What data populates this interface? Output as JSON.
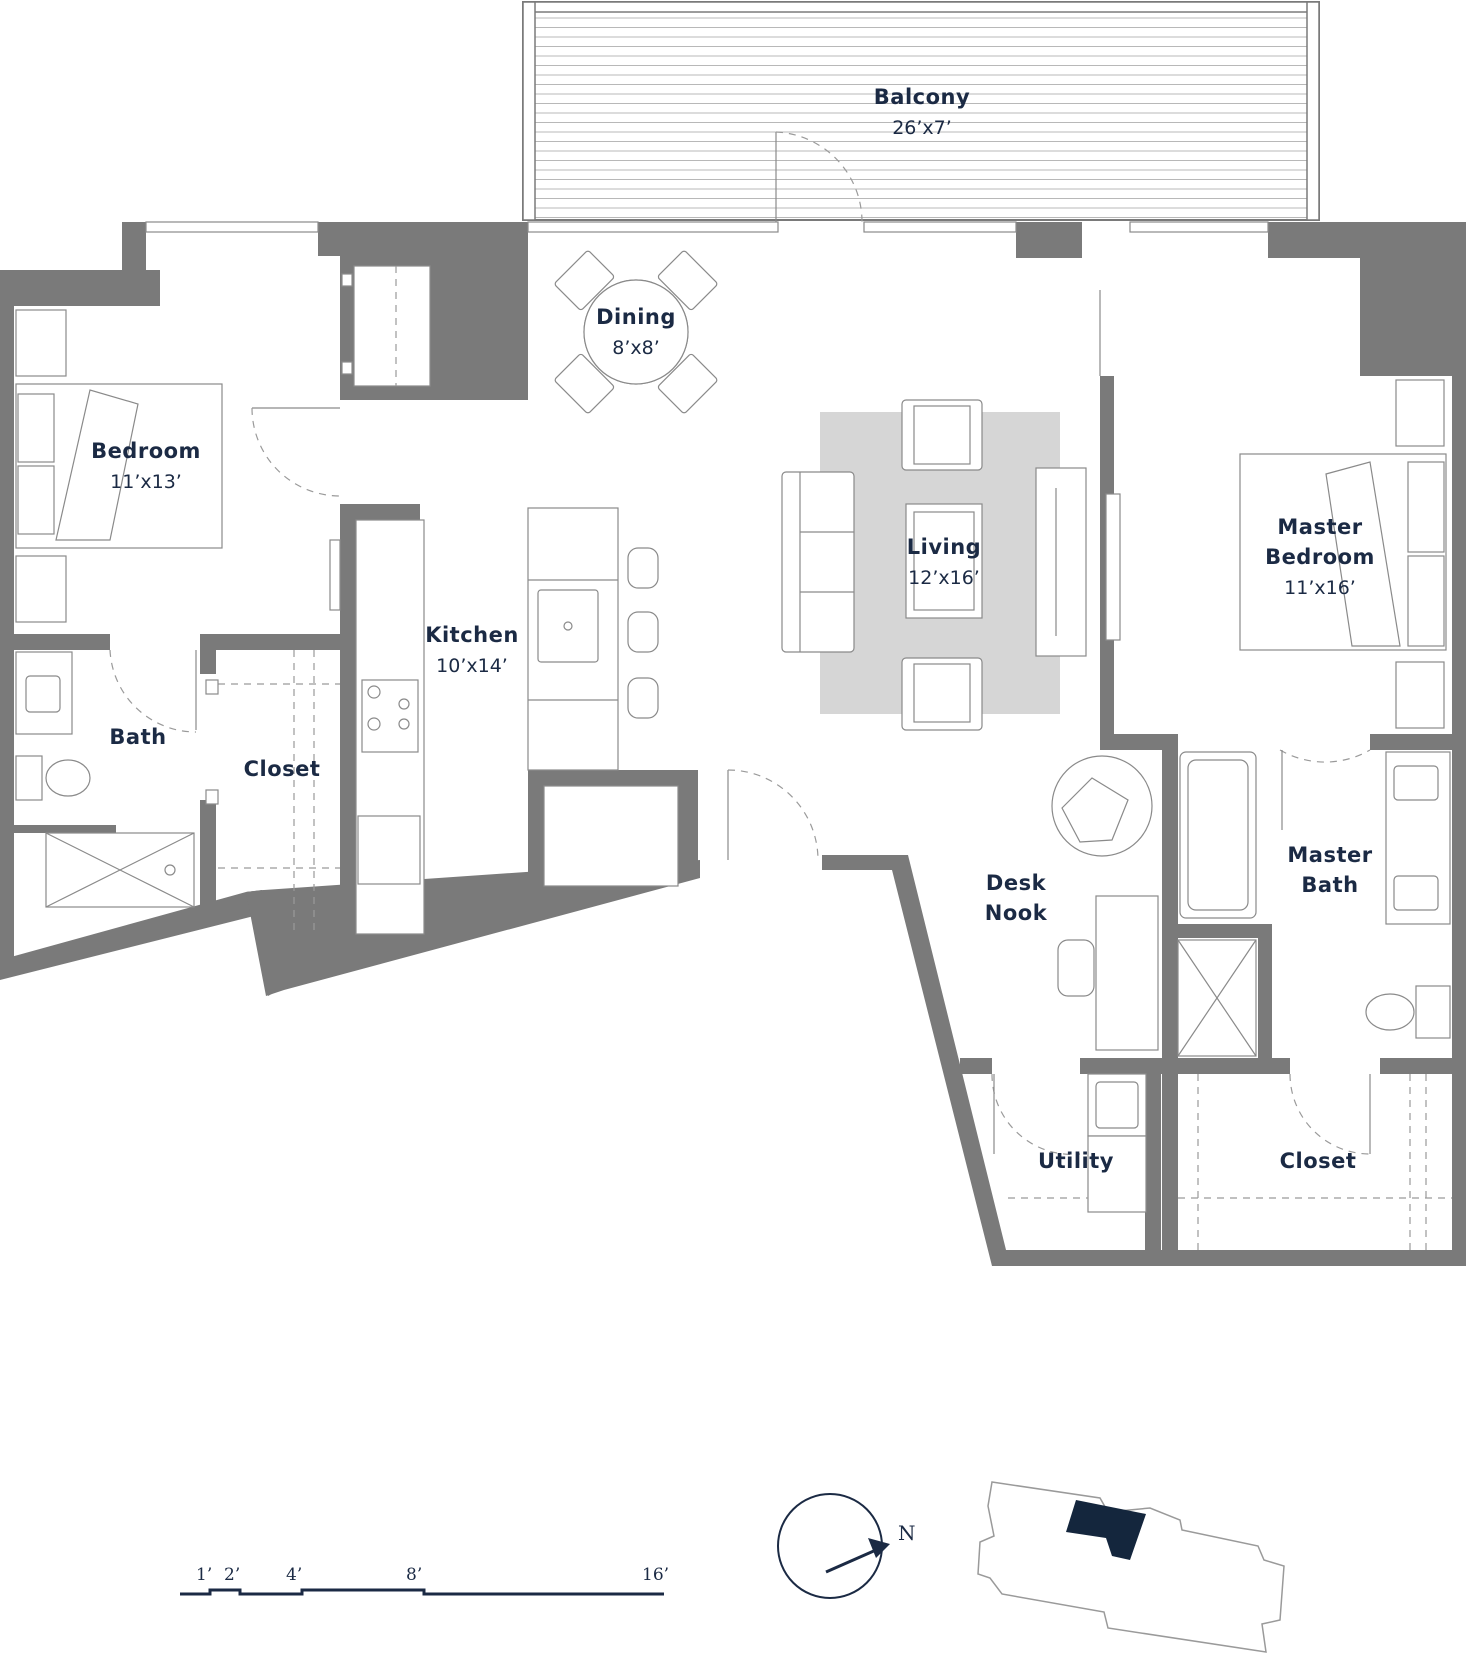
{
  "colors": {
    "wall": "#7a7a7a",
    "label": "#1b2a44",
    "rug": "#d6d6d6",
    "highlight_unit": "#14263d"
  },
  "rooms": {
    "balcony": {
      "name": "Balcony",
      "dims": "26’x7’"
    },
    "dining": {
      "name": "Dining",
      "dims": "8’x8’"
    },
    "bedroom": {
      "name": "Bedroom",
      "dims": "11’x13’"
    },
    "living": {
      "name": "Living",
      "dims": "12’x16’"
    },
    "master_bedroom": {
      "name_line1": "Master",
      "name_line2": "Bedroom",
      "dims": "11’x16’"
    },
    "kitchen": {
      "name": "Kitchen",
      "dims": "10’x14’"
    },
    "bath": {
      "name": "Bath"
    },
    "closet_left": {
      "name": "Closet"
    },
    "desk_nook": {
      "name_line1": "Desk",
      "name_line2": "Nook"
    },
    "master_bath": {
      "name_line1": "Master",
      "name_line2": "Bath"
    },
    "utility": {
      "name": "Utility"
    },
    "closet_right": {
      "name": "Closet"
    }
  },
  "scale_bar": {
    "labels": [
      "1’",
      "2’",
      "4’",
      "8’",
      "16’"
    ]
  },
  "compass": {
    "north_label": "N",
    "icon": "north-arrow-icon"
  },
  "key_plan": {
    "icon": "building-key-plan-icon"
  }
}
